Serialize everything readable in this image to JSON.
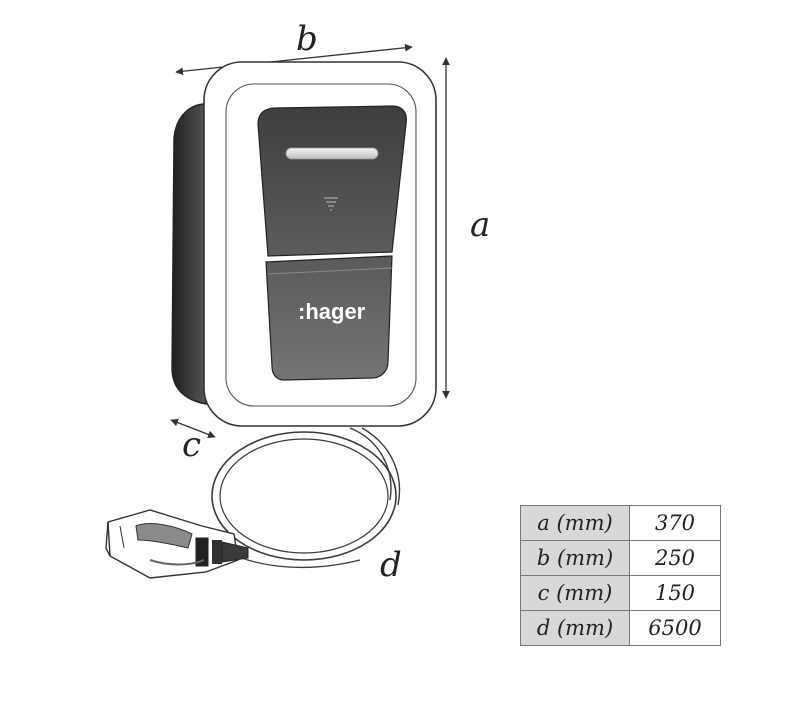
{
  "dimension_labels": {
    "a": "a",
    "b": "b",
    "c": "c",
    "d": "d"
  },
  "brand_logo": ":hager",
  "spec_table": {
    "rows": [
      {
        "label": "a (mm)",
        "value": "370"
      },
      {
        "label": "b (mm)",
        "value": "250"
      },
      {
        "label": "c (mm)",
        "value": "150"
      },
      {
        "label": "d (mm)",
        "value": "6500"
      }
    ]
  },
  "colors": {
    "outline": "#333333",
    "panel_dark": "#4a4a4a",
    "panel_mid": "#6c6c6c",
    "table_label_bg": "#d8d8d8"
  }
}
